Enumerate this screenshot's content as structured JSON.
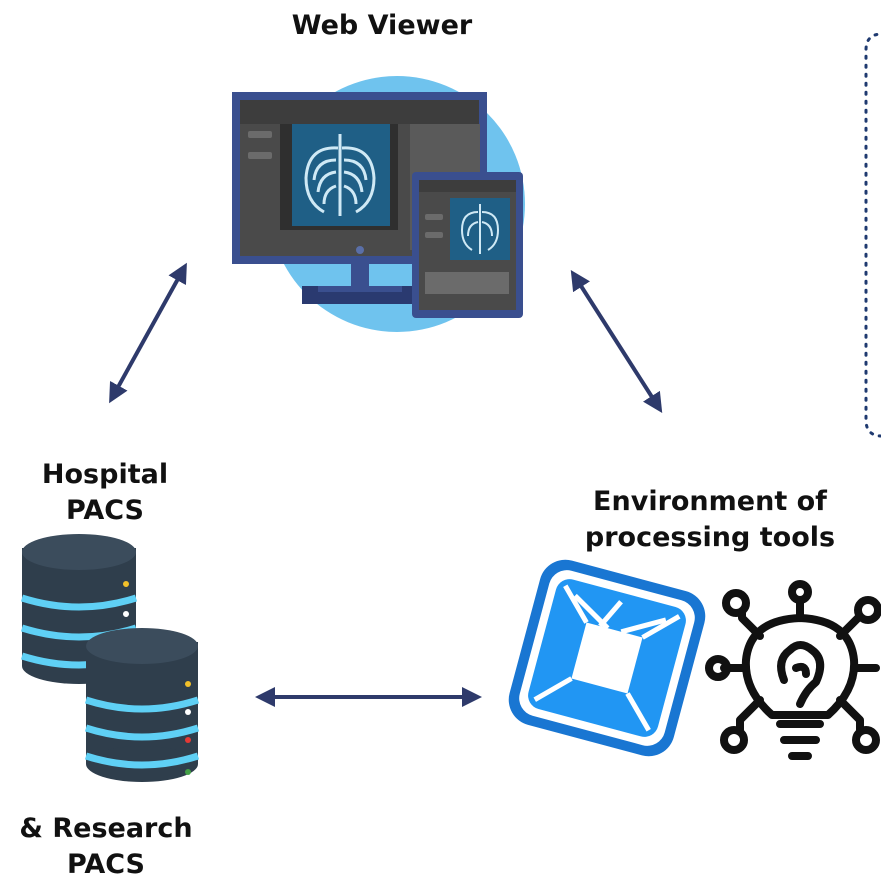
{
  "nodes": {
    "web_viewer": {
      "title": "Web Viewer"
    },
    "hospital_pacs": {
      "line1": "Hospital",
      "line2": "PACS"
    },
    "research_pacs": {
      "line1": "& Research",
      "line2": "PACS"
    },
    "environment": {
      "line1": "Environment of",
      "line2": "processing tools"
    }
  },
  "colors": {
    "arrow": "#2e3a6b",
    "monitor_frame": "#3a4f8f",
    "screen_bg": "#4a4a4a",
    "xray_bg": "#1f5f86",
    "circle_bg": "#6fc3ee",
    "server_body": "#2f3e4c",
    "server_stripe": "#5fd0f5",
    "logo_blue": "#1976d2",
    "dashed_box": "#1f3a70",
    "icon_black": "#111111"
  },
  "icons": [
    "monitor-icon",
    "tablet-icon",
    "database-icon",
    "processing-logo-icon",
    "ai-lightbulb-icon"
  ]
}
